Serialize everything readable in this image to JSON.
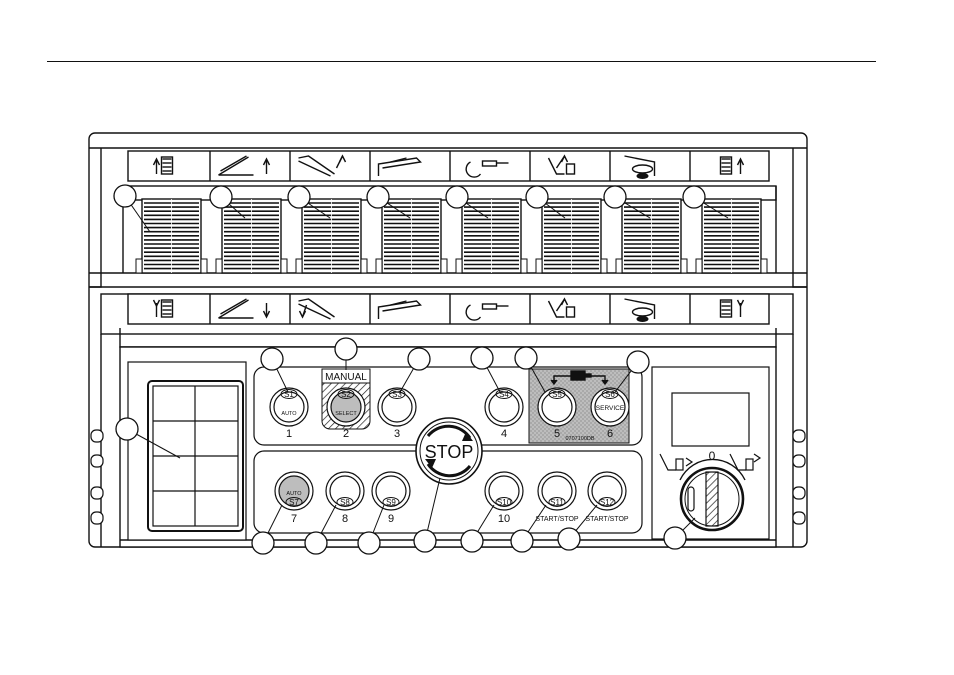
{
  "panel": {
    "stop_label": "STOP",
    "manual_label": "MANUAL",
    "part_code": "0707100DB",
    "dial_center_mark": "0",
    "top_buttons": [
      {
        "code": "S1",
        "sub": "AUTO",
        "num": "1"
      },
      {
        "code": "S2",
        "sub": "SELECT",
        "num": "2"
      },
      {
        "code": "S3",
        "sub": "",
        "num": "3"
      },
      {
        "code": "S4",
        "sub": "",
        "num": "4"
      },
      {
        "code": "S5",
        "sub": "",
        "num": "5"
      },
      {
        "code": "S6",
        "sub": "SERVICE",
        "num": "6"
      }
    ],
    "bottom_buttons": [
      {
        "code": "S7",
        "sub": "AUTO",
        "num": "7"
      },
      {
        "code": "S8",
        "sub": "",
        "num": "8"
      },
      {
        "code": "S9",
        "sub": "",
        "num": "9"
      },
      {
        "code": "S10",
        "sub": "",
        "num": "10"
      },
      {
        "code": "S11",
        "sub": "START/STOP",
        "num": ""
      },
      {
        "code": "S12",
        "sub": "START/STOP",
        "num": ""
      }
    ],
    "icons": {
      "lever_functions_up": [
        "boom-telescope-up-icon",
        "boom-lift-up-icon",
        "boom-tilt-up-icon",
        "jib-extend-icon",
        "rotation-icon",
        "outrigger-up-icon",
        "winch-rotate-icon",
        "stabilizer-up-icon"
      ],
      "lever_functions_down": [
        "boom-telescope-down-icon",
        "boom-lift-down-icon",
        "boom-tilt-down-icon",
        "jib-retract-icon",
        "rotation-reverse-icon",
        "outrigger-down-icon",
        "winch-rotate-reverse-icon",
        "stabilizer-down-icon"
      ]
    }
  }
}
